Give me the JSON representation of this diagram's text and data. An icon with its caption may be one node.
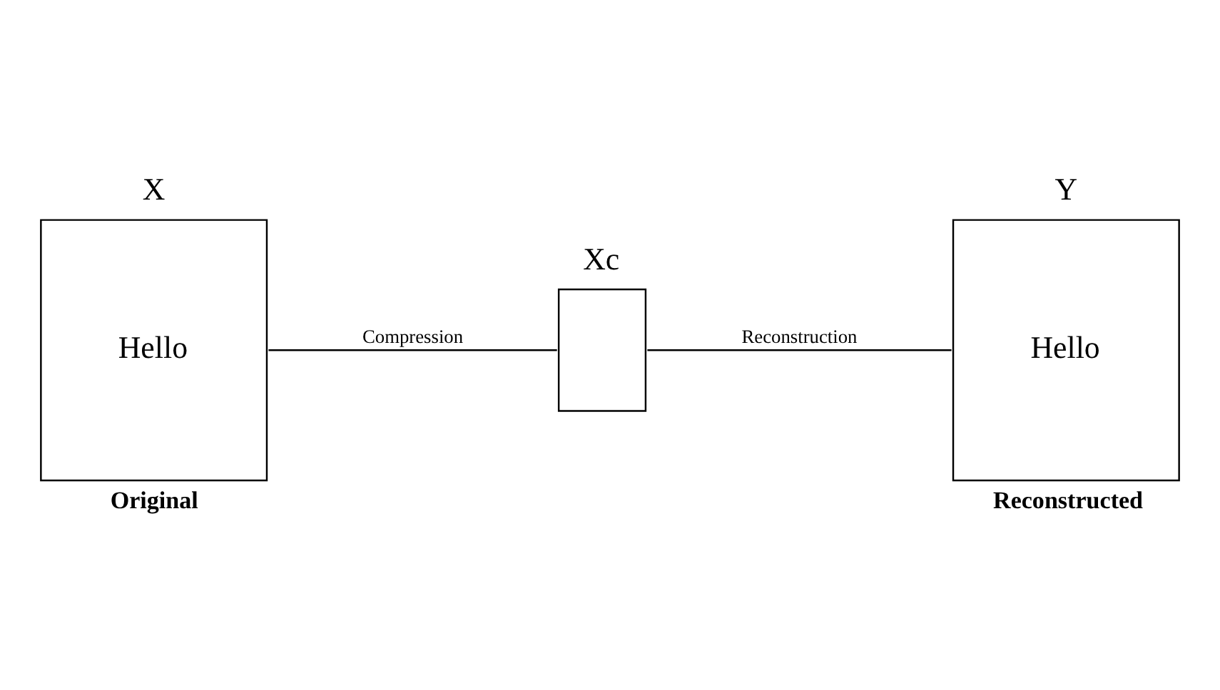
{
  "diagram": {
    "nodes": [
      {
        "text": [
          "X",
          "Hello"
        ],
        "beside": [
          "Original"
        ]
      },
      {
        "text": [
          "Xc"
        ]
      },
      {
        "text": [
          "Y",
          "Hello"
        ],
        "beside": [
          "Reconstructed"
        ]
      }
    ],
    "edges": [
      {
        "from": 0,
        "to": 1,
        "arrow": "none",
        "label": "Compression"
      },
      {
        "from": 1,
        "to": 2,
        "arrow": "none",
        "label": "Reconstruction"
      }
    ]
  }
}
